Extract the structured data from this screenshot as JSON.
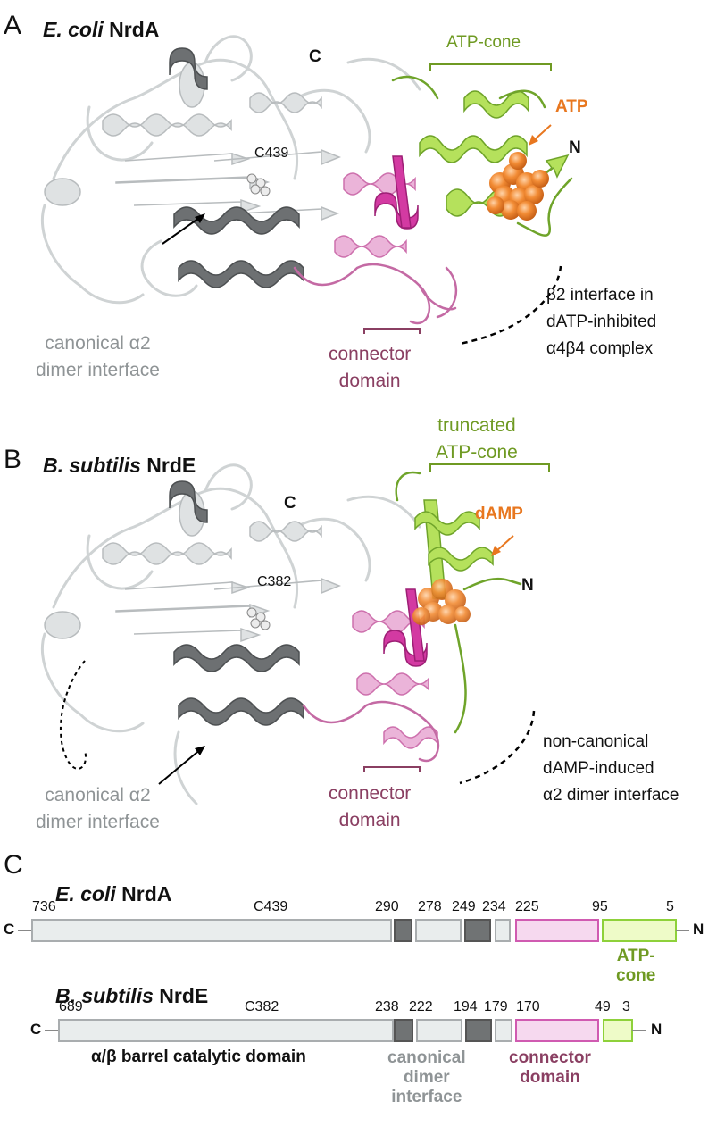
{
  "panels": {
    "A": {
      "letter": "A",
      "title_species": "E. coli",
      "title_protein": "NrdA",
      "labels": {
        "c_terminus": "C",
        "n_terminus": "N",
        "active_cys": "C439",
        "atp_cone": "ATP-cone",
        "ligand": "ATP",
        "beta_interface": [
          "β2 interface in",
          "dATP-inhibited",
          "α4β4 complex"
        ],
        "canonical": [
          "canonical α2",
          "dimer interface"
        ],
        "connector": [
          "connector",
          "domain"
        ]
      }
    },
    "B": {
      "letter": "B",
      "title_species": "B. subtilis",
      "title_protein": "NrdE",
      "labels": {
        "c_terminus": "C",
        "n_terminus": "N",
        "active_cys": "C382",
        "atp_cone": [
          "truncated",
          "ATP-cone"
        ],
        "ligand": "dAMP",
        "noncanonical": [
          "non-canonical",
          "dAMP-induced",
          "α2 dimer interface"
        ],
        "canonical": [
          "canonical α2",
          "dimer interface"
        ],
        "connector": [
          "connector",
          "domain"
        ]
      }
    },
    "C": {
      "letter": "C",
      "ecoli": {
        "species": "E. coli",
        "protein": "NrdA",
        "c_label": "C",
        "n_label": "N",
        "numbers": [
          "736",
          "C439",
          "290",
          "278",
          "249",
          "234",
          "225",
          "95",
          "5"
        ],
        "atp_cone": [
          "ATP-",
          "cone"
        ]
      },
      "bsub": {
        "species": "B. subtilis",
        "protein": "NrdE",
        "c_label": "C",
        "n_label": "N",
        "numbers": [
          "689",
          "C382",
          "238",
          "222",
          "194",
          "179",
          "170",
          "49",
          "3"
        ]
      },
      "legend": {
        "catalytic": "α/β barrel catalytic domain",
        "canonical": [
          "canonical",
          "dimer",
          "interface"
        ],
        "connector": [
          "connector",
          "domain"
        ]
      }
    }
  },
  "colors": {
    "catalytic_fill": "#e9eded",
    "catalytic_stroke": "#a9adaf",
    "dark_grey": "#707374",
    "connector_fill": "#f6d9ef",
    "connector_stroke": "#d05bb1",
    "atp_fill": "#eefbc8",
    "atp_stroke": "#8ed13a",
    "ligand": "#f08a33"
  }
}
